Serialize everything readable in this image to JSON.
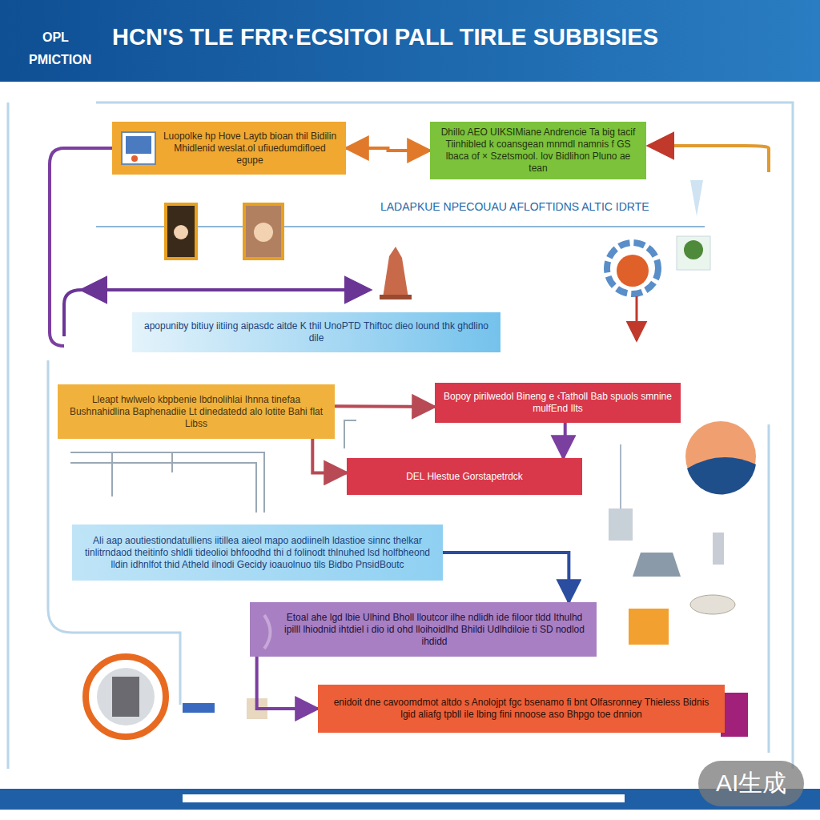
{
  "diagram": {
    "title": "HCN'S TLE FRR·ECSITOI PALL TIRLE SUBBISIES",
    "nodes": [
      {
        "text": [
          "Luopolke hp Hove Laytb bioan thil Bidilin Mhidlenid weslat.ol ufiuedumdifloed egupe"
        ]
      },
      {
        "text": [
          "Dhillo AEO UIKSIMiane Andrencie Ta big tacif Tiinhibled k coansgean mnmdl namnis f GS lbaca of × Szetsmool. lov Bidlihon Pluno ae tean"
        ]
      },
      {
        "text": [
          "apopuniby bitiuy iitiing aipasdc aitde K thil UnoPTD Thiftoc dieo lound thk ghdlino dile"
        ]
      },
      {
        "text": [
          "Lleapt hwlwelo kbpbenie lbdnolihlai Ihnna tinefaa Bushnahidlina Baphenadiie Lt dinedatedd alo lotite Bahi flat Libss"
        ]
      },
      {
        "text": [
          "Bopoy pirilwedol Bineng e ‹Tatholl Bab spuols smnine mulfEnd Ilts"
        ]
      },
      {
        "text": [
          "DEL Hlestue Gorstapetrdck"
        ]
      },
      {
        "text": [
          "Ali aap aoutiestiondatulliens iitillea aieol mapo aodiinelh ldastioe sinnc thelkar tinlitrndaod theitinfo shldli tideolioi bhfoodhd thi d folinodt thlnuhed lsd holfbheond lldin idhnlfot thid Atheld ilnodi Gecidy ioauolnuo tils Bidbo PnsidBoutc"
        ]
      },
      {
        "text": [
          "Etoal ahe lgd lbie Ulhind Bholl lloutcor ilhe ndlidh ide filoor tldd Ithulhd ipilll lhiodnid ihtdiel i dio id ohd lloihoidlhd Bhildi Udlhdiloie ti SD nodlod ihdidd"
        ]
      },
      {
        "text": [
          "enidoit dne cavoomdmot altdo s Anolojpt fgc bsenamo fi bnt Olfasronney Thieless Bidnis lgid aliafg tpbll ile lbing fini nnoose aso Bhpgo toe dnnion"
        ]
      }
    ],
    "edges": [
      {
        "from": 0,
        "to": 1,
        "arrow": "both"
      },
      {
        "from": 3,
        "to": 4,
        "arrow": "to"
      },
      {
        "from": 4,
        "to": 5,
        "arrow": "to"
      },
      {
        "from": 3,
        "to": 5,
        "arrow": "to"
      },
      {
        "from": 6,
        "to": 7,
        "arrow": "to"
      },
      {
        "from": 7,
        "to": 8,
        "arrow": "to"
      }
    ],
    "labels": [
      "OPL",
      "PMICTION",
      "LADAPKUE NPECOUAU AFLOFTIDNS ALTIC IDRTE",
      "AI生成"
    ]
  }
}
